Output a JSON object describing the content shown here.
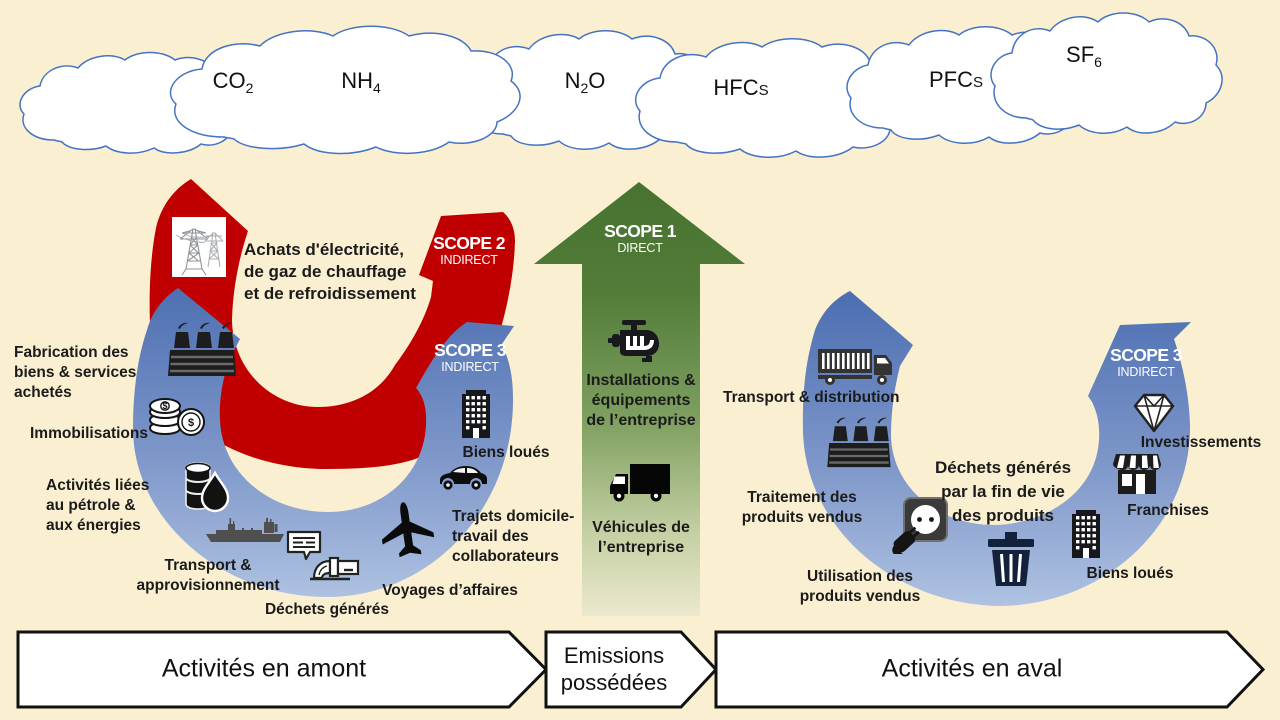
{
  "colors": {
    "background": "#FAEFD0",
    "red_arrow": "#C00000",
    "blue_top": "#4B6DB1",
    "blue_bottom": "#AFC2E2",
    "green_top": "#47722F",
    "cloud_stroke": "#4472C4",
    "banner_fill": "#FFFFFF",
    "banner_stroke": "#111111",
    "label_color": "#1B1B1B"
  },
  "gases": [
    {
      "pre": "CO",
      "sub": "2",
      "post": "",
      "small": ""
    },
    {
      "pre": "NH",
      "sub": "4",
      "post": "",
      "small": ""
    },
    {
      "pre": "N",
      "sub": "2",
      "post": "O",
      "small": ""
    },
    {
      "pre": "HFC",
      "sub": "",
      "post": "",
      "small": "s"
    },
    {
      "pre": "PFC",
      "sub": "",
      "post": "",
      "small": "s"
    },
    {
      "pre": "SF",
      "sub": "6",
      "post": "",
      "small": ""
    }
  ],
  "scopes": {
    "scope1": {
      "title": "SCOPE 1",
      "subtitle": "DIRECT"
    },
    "scope2": {
      "title": "SCOPE 2",
      "subtitle": "INDIRECT"
    },
    "scope3_left": {
      "title": "SCOPE 3",
      "subtitle": "INDIRECT"
    },
    "scope3_right": {
      "title": "SCOPE 3",
      "subtitle": "INDIRECT"
    }
  },
  "labels": {
    "achats": {
      "lines": [
        "Achats d'électricité,",
        "de gaz de chauffage",
        "et de refroidissement"
      ]
    },
    "fabrication": {
      "lines": [
        "Fabrication des",
        "biens & services",
        "achetés"
      ]
    },
    "immobilisations": {
      "lines": [
        "Immobilisations"
      ]
    },
    "petrole": {
      "lines": [
        "Activités liées",
        "au pétrole &",
        "aux énergies"
      ]
    },
    "transport_appro": {
      "lines": [
        "Transport &",
        "approvisionnement"
      ]
    },
    "dechets_generes": {
      "lines": [
        "Déchets générés"
      ]
    },
    "voyages": {
      "lines": [
        "Voyages d’affaires"
      ]
    },
    "trajets": {
      "lines": [
        "Trajets domicile-",
        "travail des",
        "collaborateurs"
      ]
    },
    "biens_loues_left": {
      "lines": [
        "Biens loués"
      ]
    },
    "installations": {
      "lines": [
        "Installations &",
        "équipements",
        "de l’entreprise"
      ]
    },
    "vehicules": {
      "lines": [
        "Véhicules de",
        "l’entreprise"
      ]
    },
    "transport_distribution": {
      "lines": [
        "Transport & distribution"
      ]
    },
    "traitement": {
      "lines": [
        "Traitement des",
        "produits vendus"
      ]
    },
    "utilisation": {
      "lines": [
        "Utilisation des",
        "produits vendus"
      ]
    },
    "dechets_fin_vie": {
      "lines": [
        "Déchets générés",
        "par la fin de vie",
        "des produits"
      ]
    },
    "biens_loues_right": {
      "lines": [
        "Biens loués"
      ]
    },
    "franchises": {
      "lines": [
        "Franchises"
      ]
    },
    "investissements": {
      "lines": [
        "Investissements"
      ]
    }
  },
  "banners": {
    "amont": "Activités en amont",
    "emissions": {
      "lines": [
        "Emissions",
        "possédées"
      ]
    },
    "aval": "Activités en aval"
  },
  "icons": [
    "pylon-icon",
    "factory-icon",
    "coins-icon",
    "oil-barrels-icon",
    "ship-icon",
    "waste-pipe-icon",
    "airplane-icon",
    "car-icon",
    "building-icon",
    "engine-icon",
    "truck-icon",
    "container-truck-icon",
    "plug-icon",
    "trash-icon",
    "store-icon",
    "diamond-icon"
  ]
}
